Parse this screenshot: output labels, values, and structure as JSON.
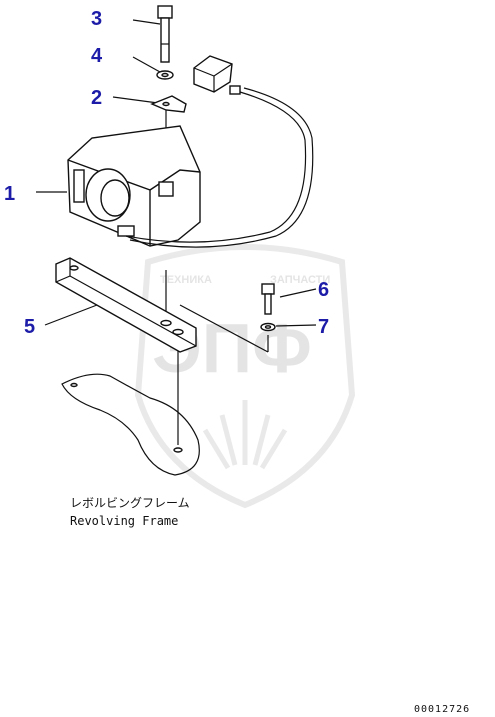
{
  "callouts": [
    {
      "id": "1",
      "label": "1"
    },
    {
      "id": "2",
      "label": "2"
    },
    {
      "id": "3",
      "label": "3"
    },
    {
      "id": "4",
      "label": "4"
    },
    {
      "id": "5",
      "label": "5"
    },
    {
      "id": "6",
      "label": "6"
    },
    {
      "id": "7",
      "label": "7"
    }
  ],
  "caption": {
    "japanese": "レボルビングフレーム",
    "english": "Revolving Frame"
  },
  "document_number": "00012726",
  "watermark": {
    "line1": "ТЕХНИКА",
    "line2": "ЗАПЧАСТИ",
    "logo": "ЭПФ"
  },
  "colors": {
    "callout": "#1c1ca8",
    "line": "#111111",
    "watermark": "#cfcfcf"
  }
}
